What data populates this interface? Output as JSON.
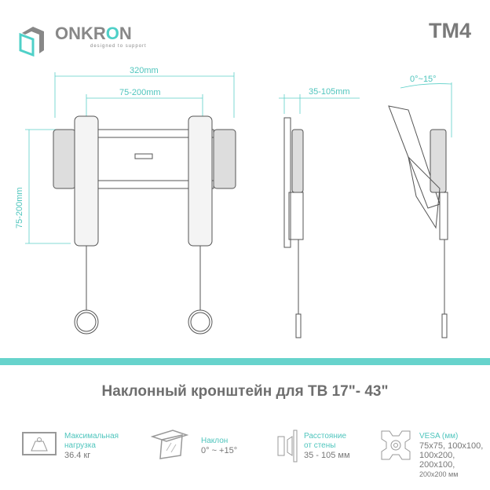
{
  "brand": {
    "name_prefix": "ONKR",
    "name_o": "O",
    "name_suffix": "N",
    "tagline": "designed to support"
  },
  "model": "TM4",
  "dimensions": {
    "width": "320mm",
    "vesa_horizontal": "75-200mm",
    "vesa_vertical": "75-200mm",
    "wall_distance": "35-105mm",
    "tilt": "0°~15°"
  },
  "colors": {
    "accent": "#5ccfc8",
    "text": "#6e6e6e",
    "drawing": "#555555"
  },
  "title": "Наклонный кронштейн для ТВ 17\"- 43\"",
  "specs": [
    {
      "icon": "weight-icon",
      "label_lines": [
        "Максимальная",
        "нагрузка"
      ],
      "value": "36.4 кг"
    },
    {
      "icon": "tilt-icon",
      "label_lines": [
        "Наклон"
      ],
      "value": "0° ~ +15°"
    },
    {
      "icon": "wall-distance-icon",
      "label_lines": [
        "Расстояние",
        "от стены"
      ],
      "value": "35 - 105 мм"
    },
    {
      "icon": "vesa-icon",
      "label_lines": [
        "VESA (мм)"
      ],
      "value_lines": [
        "75x75, 100x100,",
        "100x200, 200x100,",
        "200x200 мм"
      ]
    }
  ]
}
